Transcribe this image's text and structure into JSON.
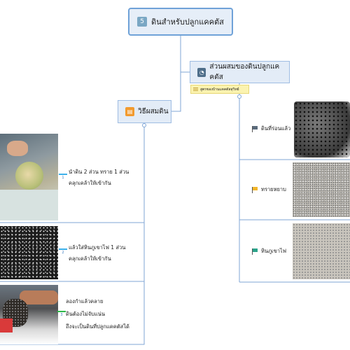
{
  "root": {
    "number": "5",
    "title": "ดินสำหรับปลูกแคคตัส"
  },
  "branch_mixture": {
    "title": "ส่วนผสมของดินปลูกแคคตัส",
    "icon": "pie-chart-icon",
    "note": "สูตรของบ้านแคคตัสสุวิทย์"
  },
  "branch_method": {
    "title": "วิธีผสมดิน",
    "icon": "shopping-cart-icon",
    "steps": [
      {
        "number": "1",
        "lines": [
          "นำดิน 2 ส่วน ทราย 1 ส่วน",
          "คลุกเคล้าให้เข้ากัน"
        ]
      },
      {
        "number": "2",
        "lines": [
          "แล้วใส่หินภูเขาไฟ 1 ส่วน",
          "คลุกเคล้าให้เข้ากัน"
        ]
      },
      {
        "number": "3",
        "lines": [
          "ลองกำแล้วคลาย",
          "ดินต้องไม่จับแน่น",
          "ถึงจะเป็นดินที่ปลูกแคคตัสได้"
        ]
      }
    ]
  },
  "ingredients": [
    {
      "label": "ดินที่ร่อนแล้ว",
      "flag_color": "#5b6b7c"
    },
    {
      "label": "ทรายหยาบ",
      "flag_color": "#f2b62b"
    },
    {
      "label": "หินภูเขาไฟ",
      "flag_color": "#2aa38a"
    }
  ],
  "colors": {
    "connector": "#7fa6d6",
    "node_border": "#6fa2d8",
    "node_fill": "#e6eef8"
  }
}
